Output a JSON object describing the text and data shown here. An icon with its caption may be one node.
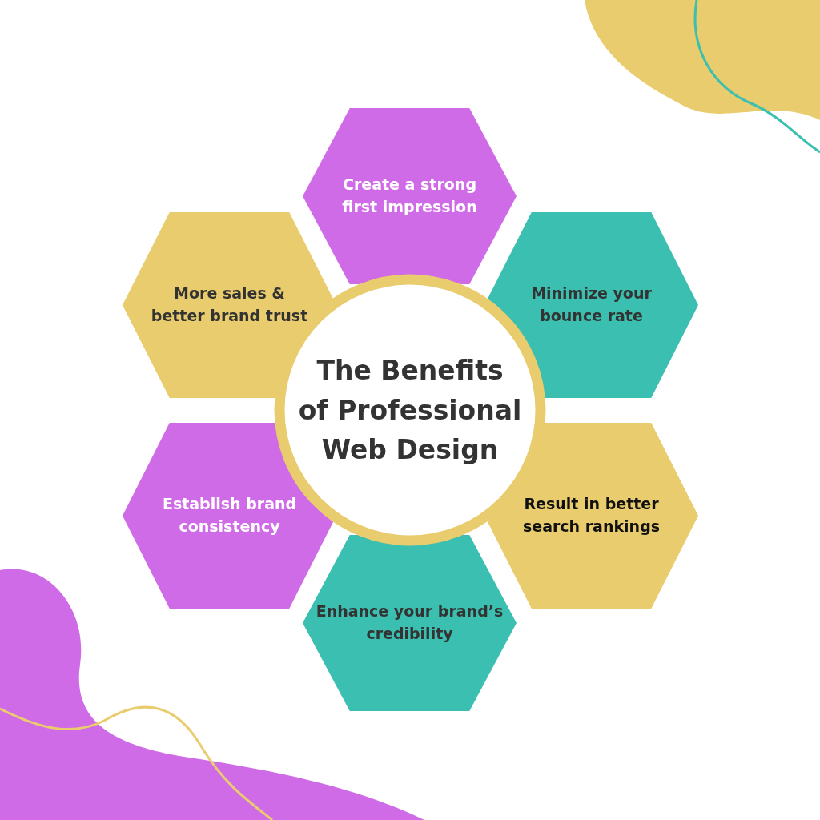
{
  "diagram": {
    "nodes": [
      {
        "text": [
          "Create a strong first impression"
        ]
      },
      {
        "text": [
          "More sales & better brand trust"
        ]
      },
      {
        "text": [
          "Minimize your bounce rate"
        ]
      },
      {
        "text": [
          "The Benefits of Professional Web Design"
        ]
      },
      {
        "text": [
          "Establish brand consistency"
        ]
      },
      {
        "text": [
          "Result in better search rankings"
        ]
      },
      {
        "text": [
          "Enhance your brand’s credibility"
        ]
      }
    ]
  }
}
